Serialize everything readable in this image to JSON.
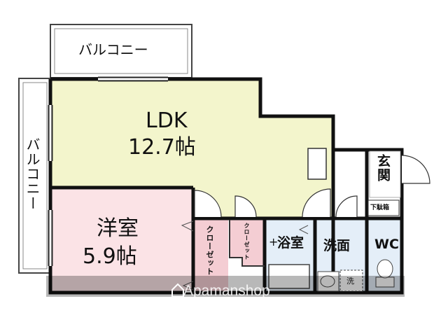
{
  "rooms": {
    "ldk_name": "LDK",
    "ldk_size": "12.7帖",
    "western_name": "洋室",
    "western_size": "5.9帖",
    "bath": "浴室",
    "washroom": "洗面",
    "toilet": "WC",
    "entrance": "玄関",
    "shoe_box": "下駄箱",
    "closet_large": "クローゼット",
    "closet_small": "クローゼット",
    "washer": "洗"
  },
  "balconies": {
    "top": "バルコニー",
    "left": "バルコニー"
  },
  "watermark": "Apamanshop",
  "colors": {
    "ldk": "#f3f5cc",
    "western": "#fbe3e6",
    "closet": "#f4cdd3",
    "wet_area": "#e4eef8",
    "wall": "#111111"
  }
}
